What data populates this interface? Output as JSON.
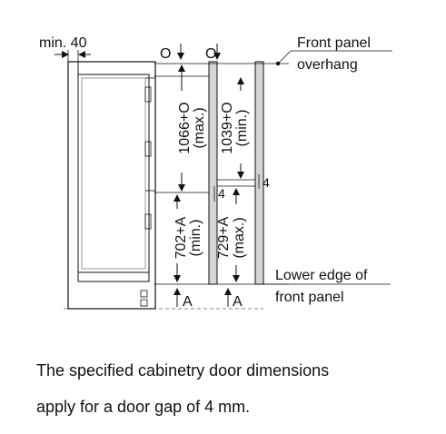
{
  "labels": {
    "min_gap": "min. 40",
    "o_left": "O",
    "o_right": "O",
    "front_panel_overhang_line1": "Front panel",
    "front_panel_overhang_line2": "overhang",
    "upper_left_dim": "1066+O",
    "upper_left_note": "(max.)",
    "upper_right_dim": "1039+O",
    "upper_right_note": "(min.)",
    "gap_left": "4",
    "gap_right": "4",
    "lower_left_dim": "702+A",
    "lower_left_note": "(min.)",
    "lower_right_dim": "729+A",
    "lower_right_note": "(max.)",
    "a_left": "A",
    "a_right": "A",
    "lower_edge_line1": "Lower edge of",
    "lower_edge_line2": "front panel"
  },
  "caption": {
    "line1": "The specified cabinetry door dimensions",
    "line2": "apply for a door gap of 4 mm."
  }
}
